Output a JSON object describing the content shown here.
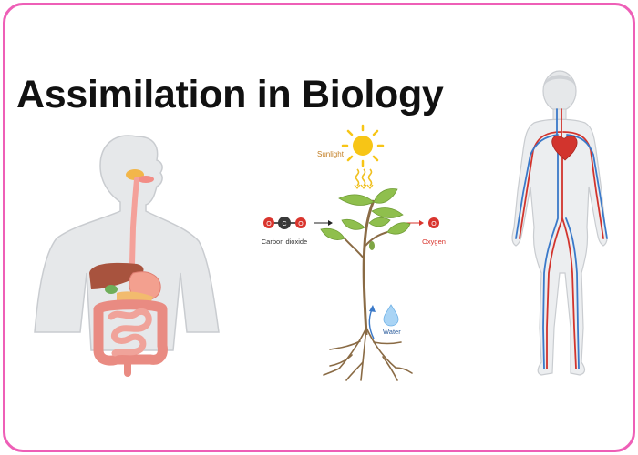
{
  "title": "Assimilation in Biology",
  "labels": {
    "sunlight": "Sunlight",
    "carbon_dioxide": "Carbon dioxide",
    "oxygen": "Oxygen",
    "water": "Water"
  },
  "molecule_letters": {
    "co2_left": "O",
    "co2_center": "C",
    "co2_right": "O",
    "oxygen": "O"
  },
  "colors": {
    "border": "#ee5fb7",
    "sunlight_label": "#c27c20",
    "oxygen_label": "#d9352e",
    "water_label": "#2f5f9e",
    "artery": "#d2342d",
    "vein": "#3a79c9"
  },
  "icons": [
    "sun-icon",
    "heat-arrows-icon",
    "water-drop-icon",
    "heart-icon",
    "co2-molecule-icon",
    "oxygen-molecule-icon"
  ]
}
